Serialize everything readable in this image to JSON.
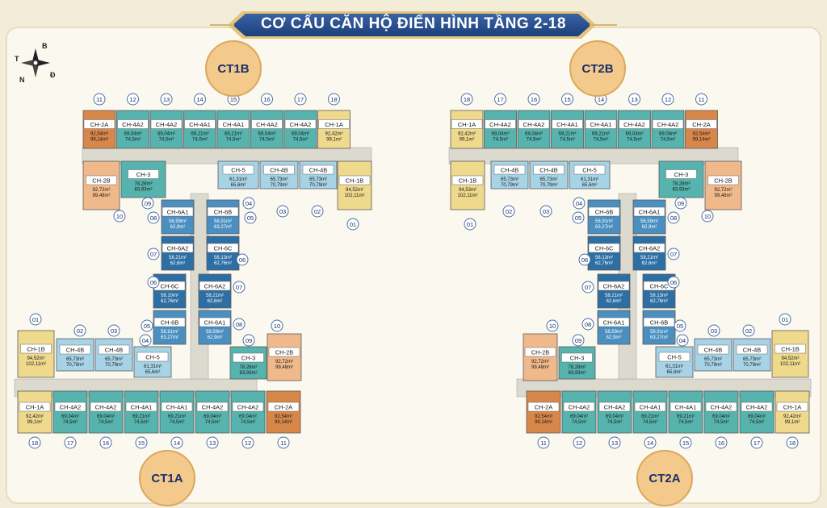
{
  "title": "CƠ CẤU CĂN HỘ ĐIỂN HÌNH TẦNG 2-18",
  "compass": {
    "b": "B",
    "t": "T",
    "n": "N",
    "d": "Đ"
  },
  "towers": {
    "ct1b": "CT1B",
    "ct2b": "CT2B",
    "ct1a": "CT1A",
    "ct2a": "CT2A"
  },
  "colors": {
    "orange": "#d8874a",
    "teal": "#56b3ad",
    "yellow": "#efd98c",
    "lightBlue": "#a7d3e6",
    "midBlue": "#4a8fc0",
    "darkBlue": "#2d6ea3",
    "peach": "#f0b98b",
    "corridor": "#dcd9cf"
  },
  "units": {
    "a2": {
      "name": "CH-2A",
      "v1": "92,54m²",
      "v2": "99,14m²"
    },
    "a42": {
      "name": "CH-4A2",
      "v1": "69,04m²",
      "v2": "74,5m²"
    },
    "a41": {
      "name": "CH-4A1",
      "v1": "69,21m²",
      "v2": "74,5m²"
    },
    "a1": {
      "name": "CH-1A",
      "v1": "92,42m²",
      "v2": "99,1m²"
    },
    "b2": {
      "name": "CH-2B",
      "v1": "92,72m²",
      "v2": "99,48m²"
    },
    "c3": {
      "name": "CH-3",
      "v1": "78,28m²",
      "v2": "83,93m²"
    },
    "c5": {
      "name": "CH-5",
      "v1": "61,31m²",
      "v2": "65,6m²"
    },
    "b4": {
      "name": "CH-4B",
      "v1": "65,73m²",
      "v2": "70,79m²"
    },
    "b1": {
      "name": "CH-1B",
      "v1": "94,52m²",
      "v2": "102,11m²"
    },
    "b1r": {
      "name": "CH-1B",
      "v1": "94,53m²",
      "v2": "102,11m²"
    },
    "a61": {
      "name": "CH-6A1",
      "v1": "58,59m²",
      "v2": "62,9m²"
    },
    "b6": {
      "name": "CH-6B",
      "v1": "58,91m²",
      "v2": "63,27m²"
    },
    "a62": {
      "name": "CH-6A2",
      "v1": "58,21m²",
      "v2": "62,6m²"
    },
    "c6": {
      "name": "CH-6C",
      "v1": "58,13m²",
      "v2": "62,76m²"
    },
    "c6b": {
      "name": "CH-6C",
      "v1": "58,10m²",
      "v2": "62,76m²"
    }
  }
}
